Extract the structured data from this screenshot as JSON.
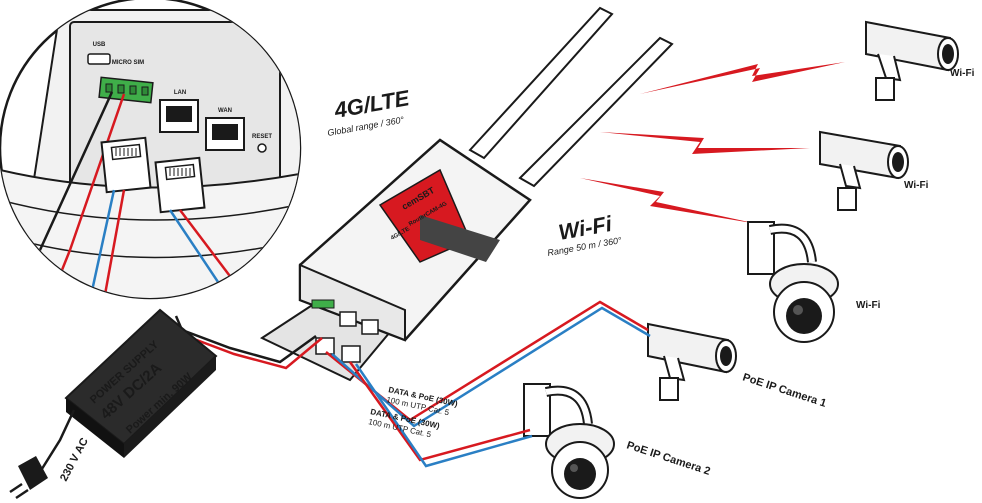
{
  "colors": {
    "accent_red": "#d71920",
    "cable_blue": "#2a7fc4",
    "outline": "#1a1a1a",
    "device_body": "#f1f1f1",
    "power_supply": "#2b2b2b"
  },
  "device": {
    "brand": "cemSBT",
    "model": "RouterCAM-4G",
    "lte_badge": "4G/LTE",
    "port_labels": {
      "usb": "USB",
      "sim": "MICRO SIM",
      "lan": "LAN",
      "wan": "WAN",
      "reset": "RESET"
    }
  },
  "labels": {
    "lte_title": "4G/LTE",
    "lte_range": "Global range / 360°",
    "wifi_title": "Wi-Fi",
    "wifi_range": "Range 50 m / 360°",
    "camera_wifi": "Wi-Fi",
    "poe_camera_1": "PoE IP Camera 1",
    "poe_camera_2": "PoE IP Camera 2",
    "cable_1_line1": "DATA & PoE (30W)",
    "cable_1_line2": "100 m UTP Cat. 5",
    "cable_2_line1": "DATA & PoE (30W)",
    "cable_2_line2": "100 m UTP Cat. 5",
    "power_supply_line1": "POWER SUPPLY",
    "power_supply_line2": "48V DC/2A",
    "power_min": "Power min. 90W",
    "mains": "230 V AC"
  },
  "icons": {
    "plug": "power-plug-icon",
    "wifi_signal": "lightning-signal-icon",
    "camera": "bullet-camera-icon",
    "dome": "dome-camera-icon"
  }
}
